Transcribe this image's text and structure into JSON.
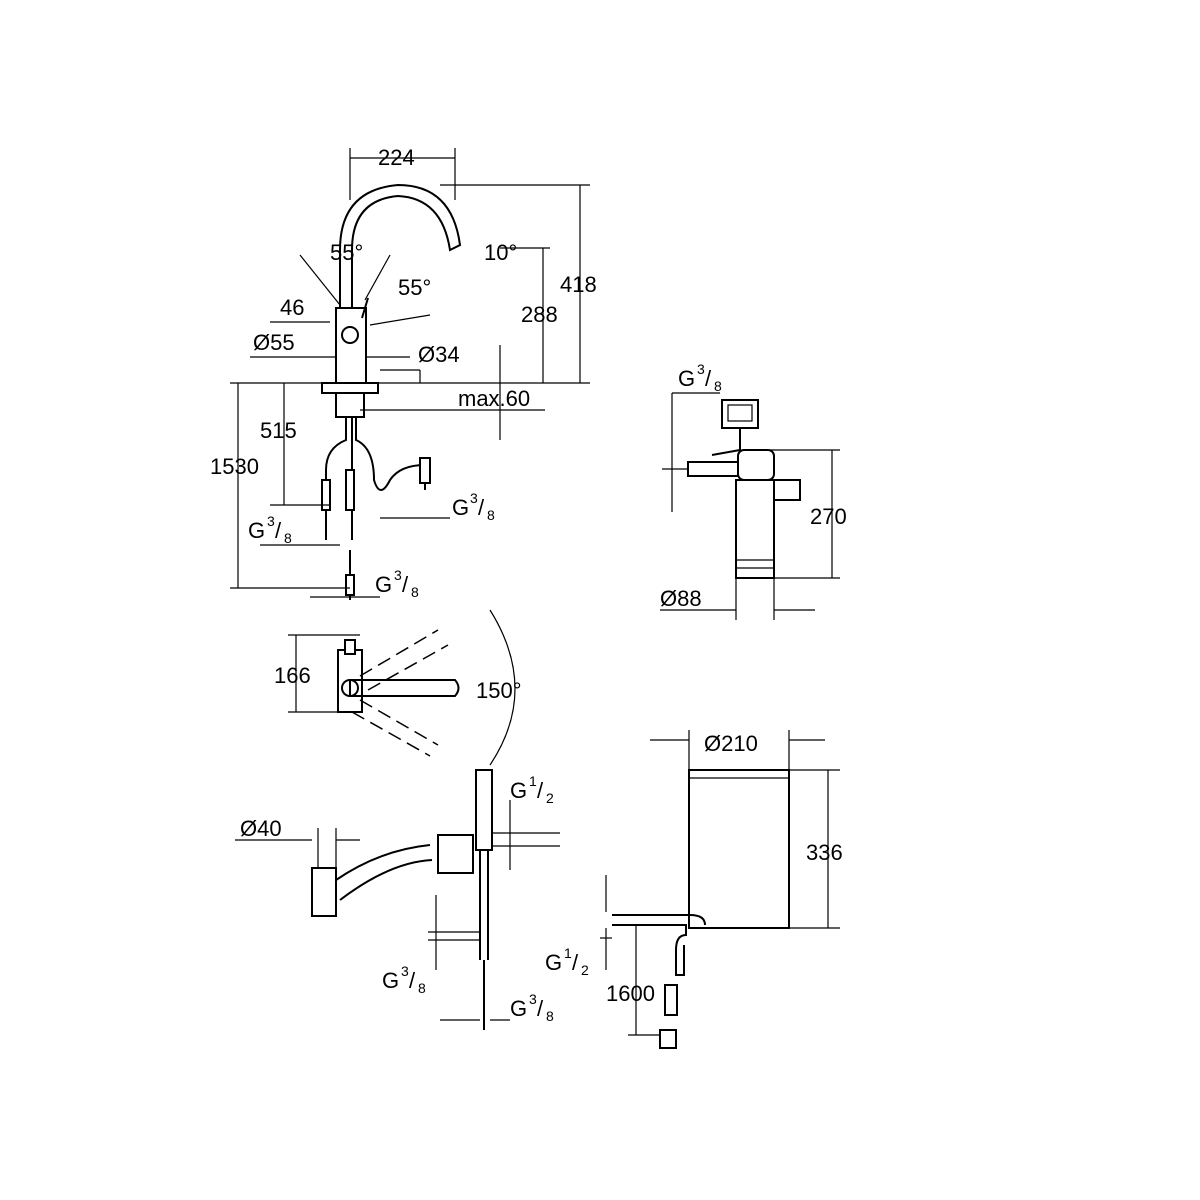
{
  "drawing": {
    "colors": {
      "line": "#000000",
      "background": "#ffffff"
    },
    "faucet_front": {
      "width_224": "224",
      "angle_10": "10°",
      "angle_55_left": "55°",
      "angle_55_right": "55°",
      "height_418": "418",
      "height_288": "288",
      "dim_46": "46",
      "dia_55": "Ø55",
      "dia_34": "Ø34",
      "max_60": "max.60",
      "dim_515": "515",
      "dim_1530": "1530",
      "thread_a": {
        "g": "G",
        "num": "3",
        "den": "8"
      },
      "thread_b": {
        "g": "G",
        "num": "3",
        "den": "8"
      },
      "thread_c": {
        "g": "G",
        "num": "3",
        "den": "8"
      }
    },
    "filter": {
      "thread": {
        "g": "G",
        "num": "3",
        "den": "8"
      },
      "height_270": "270",
      "dia_88": "Ø88"
    },
    "faucet_top": {
      "dim_166": "166",
      "angle_150": "150°"
    },
    "boiler": {
      "dia_210": "Ø210",
      "height_336": "336",
      "thread": {
        "g": "G",
        "num": "1",
        "den": "2"
      },
      "cable_1600": "1600"
    },
    "valve": {
      "dia_40": "Ø40",
      "thread_top": {
        "g": "G",
        "num": "1",
        "den": "2"
      },
      "thread_left": {
        "g": "G",
        "num": "3",
        "den": "8"
      },
      "thread_bottom": {
        "g": "G",
        "num": "3",
        "den": "8"
      }
    }
  }
}
